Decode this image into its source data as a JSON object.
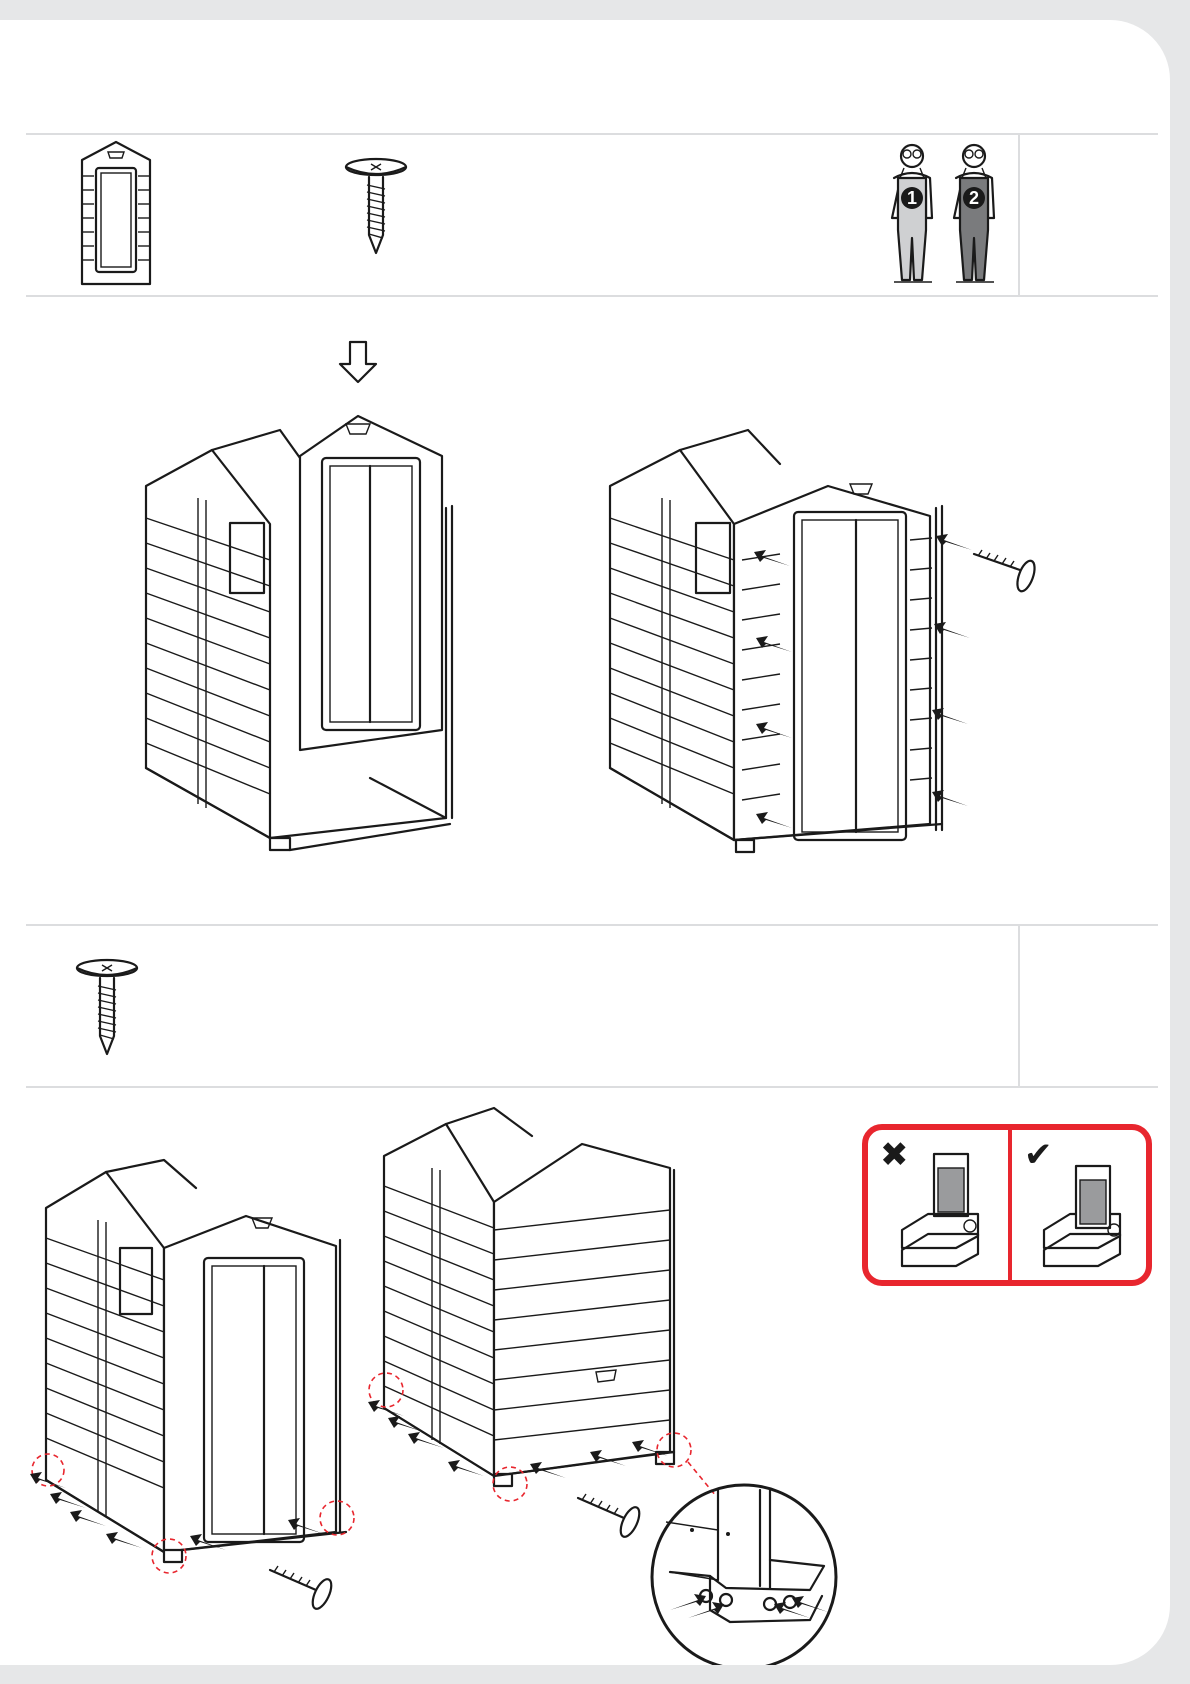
{
  "parts": [
    {
      "name": "door-gable-panel",
      "icon": "door-panel-icon"
    },
    {
      "name": "screw",
      "icon": "screw-icon"
    }
  ],
  "people": [
    {
      "number": "1",
      "color": "#cfd0d2"
    },
    {
      "number": "2",
      "color": "#7a7b7d"
    }
  ],
  "check_box": {
    "wrong_symbol": "✖",
    "right_symbol": "✔",
    "border_color": "#e8262e"
  },
  "colors": {
    "page": "#ffffff",
    "background": "#e6e7e8",
    "divider": "#dcdddf",
    "highlight": "#e8262e"
  }
}
